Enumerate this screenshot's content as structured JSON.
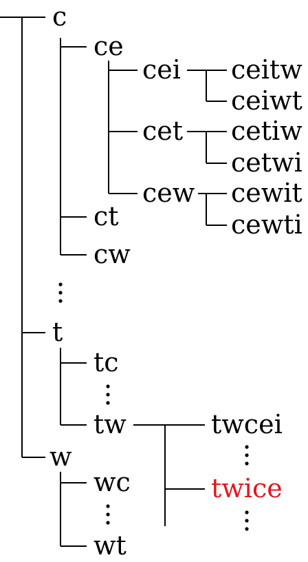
{
  "colors": {
    "text": "#000000",
    "highlight": "#e3161c"
  },
  "tree": {
    "nodes": [
      {
        "id": "c",
        "label": "c"
      },
      {
        "id": "ce",
        "label": "ce"
      },
      {
        "id": "cei",
        "label": "cei"
      },
      {
        "id": "ceitw",
        "label": "ceitw"
      },
      {
        "id": "ceiwt",
        "label": "ceiwt"
      },
      {
        "id": "cet",
        "label": "cet"
      },
      {
        "id": "cetiw",
        "label": "cetiw"
      },
      {
        "id": "cetwi",
        "label": "cetwi"
      },
      {
        "id": "cew",
        "label": "cew"
      },
      {
        "id": "cewit",
        "label": "cewit"
      },
      {
        "id": "cewti",
        "label": "cewti"
      },
      {
        "id": "ct",
        "label": "ct"
      },
      {
        "id": "cw",
        "label": "cw"
      },
      {
        "id": "t",
        "label": "t"
      },
      {
        "id": "tc",
        "label": "tc"
      },
      {
        "id": "tw",
        "label": "tw"
      },
      {
        "id": "twcei",
        "label": "twcei"
      },
      {
        "id": "twice",
        "label": "twice",
        "highlight": true
      },
      {
        "id": "w",
        "label": "w"
      },
      {
        "id": "wc",
        "label": "wc"
      },
      {
        "id": "wt",
        "label": "wt"
      }
    ],
    "edges": [
      [
        "root",
        "c"
      ],
      [
        "root",
        "t"
      ],
      [
        "root",
        "w"
      ],
      [
        "c",
        "ce"
      ],
      [
        "c",
        "ct"
      ],
      [
        "c",
        "cw"
      ],
      [
        "ce",
        "cei"
      ],
      [
        "ce",
        "cet"
      ],
      [
        "ce",
        "cew"
      ],
      [
        "cei",
        "ceitw"
      ],
      [
        "cei",
        "ceiwt"
      ],
      [
        "cet",
        "cetiw"
      ],
      [
        "cet",
        "cetwi"
      ],
      [
        "cew",
        "cewit"
      ],
      [
        "cew",
        "cewti"
      ],
      [
        "t",
        "tc"
      ],
      [
        "t",
        "tw"
      ],
      [
        "tw",
        "twcei"
      ],
      [
        "tw",
        "twice"
      ],
      [
        "w",
        "wc"
      ],
      [
        "w",
        "wt"
      ]
    ],
    "ellipses": [
      {
        "id": "c-more",
        "after": "cw",
        "meaning": "more children of c omitted"
      },
      {
        "id": "t-more",
        "after": "tc",
        "meaning": "more children of t omitted"
      },
      {
        "id": "tw-more-a",
        "after": "twcei",
        "meaning": "more children of tw omitted"
      },
      {
        "id": "tw-more-b",
        "after": "twice",
        "meaning": "more children of tw omitted"
      },
      {
        "id": "w-more",
        "after": "wc",
        "meaning": "more children of w omitted"
      }
    ]
  }
}
